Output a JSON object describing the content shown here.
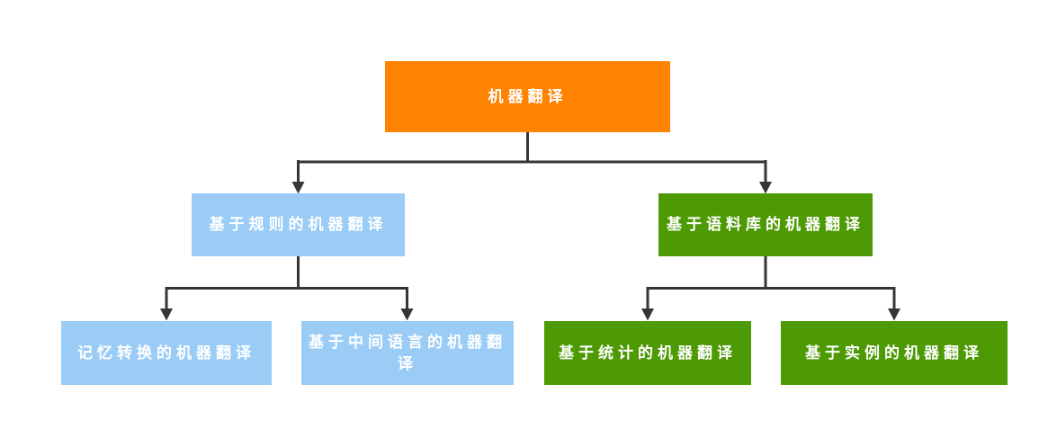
{
  "diagram": {
    "type": "tree-flowchart",
    "background_color": "#FFFFFF",
    "connector_color": "#363636",
    "node_text_color": "#FFFFFF",
    "palette": {
      "root": "#FF8300",
      "rule_branch": "#9ACCF6",
      "corpus_branch": "#4D9A05"
    },
    "nodes": [
      {
        "id": "machine-translation",
        "label": "机器翻译",
        "level": 0,
        "fill": "#FF8300"
      },
      {
        "id": "rule-based-mt",
        "label": "基于规则的机器翻译",
        "level": 1,
        "fill": "#9ACCF6"
      },
      {
        "id": "corpus-based-mt",
        "label": "基于语料库的机器翻译",
        "level": 1,
        "fill": "#4D9A05"
      },
      {
        "id": "memory-transfer-mt",
        "label": "记忆转换的机器翻译",
        "level": 2,
        "fill": "#9ACCF6"
      },
      {
        "id": "interlingua-mt",
        "label": "基于中间语言的机器翻译",
        "level": 2,
        "fill": "#9ACCF6"
      },
      {
        "id": "statistical-mt",
        "label": "基于统计的机器翻译",
        "level": 2,
        "fill": "#4D9A05"
      },
      {
        "id": "example-based-mt",
        "label": "基于实例的机器翻译",
        "level": 2,
        "fill": "#4D9A05"
      }
    ],
    "edges": [
      {
        "from": "machine-translation",
        "to": "rule-based-mt"
      },
      {
        "from": "machine-translation",
        "to": "corpus-based-mt"
      },
      {
        "from": "rule-based-mt",
        "to": "memory-transfer-mt"
      },
      {
        "from": "rule-based-mt",
        "to": "interlingua-mt"
      },
      {
        "from": "corpus-based-mt",
        "to": "statistical-mt"
      },
      {
        "from": "corpus-based-mt",
        "to": "example-based-mt"
      }
    ]
  }
}
